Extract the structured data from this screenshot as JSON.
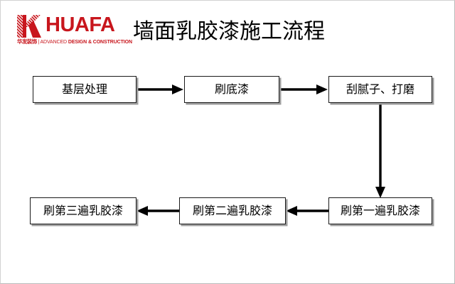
{
  "brand": {
    "mark_icon": "huafa-k-logo-icon",
    "wordmark": "HUAFA",
    "tagline_cn": "华发装饰",
    "tagline_separator": "|",
    "tagline_en_light": "ADVANCED ",
    "tagline_en_bold": "DESIGN & CONSTRUCTION",
    "color": "#c8161d"
  },
  "header": {
    "title": "墙面乳胶漆施工流程"
  },
  "chart_data": {
    "type": "flowchart",
    "title": "墙面乳胶漆施工流程",
    "direction": "serpentine-left-to-right-then-right-to-left",
    "nodes": [
      {
        "id": "n1",
        "label": "基层处理",
        "step": 1,
        "row": 1,
        "col": 1
      },
      {
        "id": "n2",
        "label": "刷底漆",
        "step": 2,
        "row": 1,
        "col": 2
      },
      {
        "id": "n3",
        "label": "刮腻子、打磨",
        "step": 3,
        "row": 1,
        "col": 3
      },
      {
        "id": "n4",
        "label": "刷第一遍乳胶漆",
        "step": 4,
        "row": 2,
        "col": 3
      },
      {
        "id": "n5",
        "label": "刷第二遍乳胶漆",
        "step": 5,
        "row": 2,
        "col": 2
      },
      {
        "id": "n6",
        "label": "刷第三遍乳胶漆",
        "step": 6,
        "row": 2,
        "col": 1
      }
    ],
    "edges": [
      {
        "from": "n1",
        "to": "n2",
        "direction": "right"
      },
      {
        "from": "n2",
        "to": "n3",
        "direction": "right"
      },
      {
        "from": "n3",
        "to": "n4",
        "direction": "down"
      },
      {
        "from": "n4",
        "to": "n5",
        "direction": "left"
      },
      {
        "from": "n5",
        "to": "n6",
        "direction": "left"
      }
    ],
    "node_fill": "#ffffff",
    "node_border": "#1a1a1a",
    "edge_color": "#000000",
    "shadow_color": "#9d9d9d"
  }
}
